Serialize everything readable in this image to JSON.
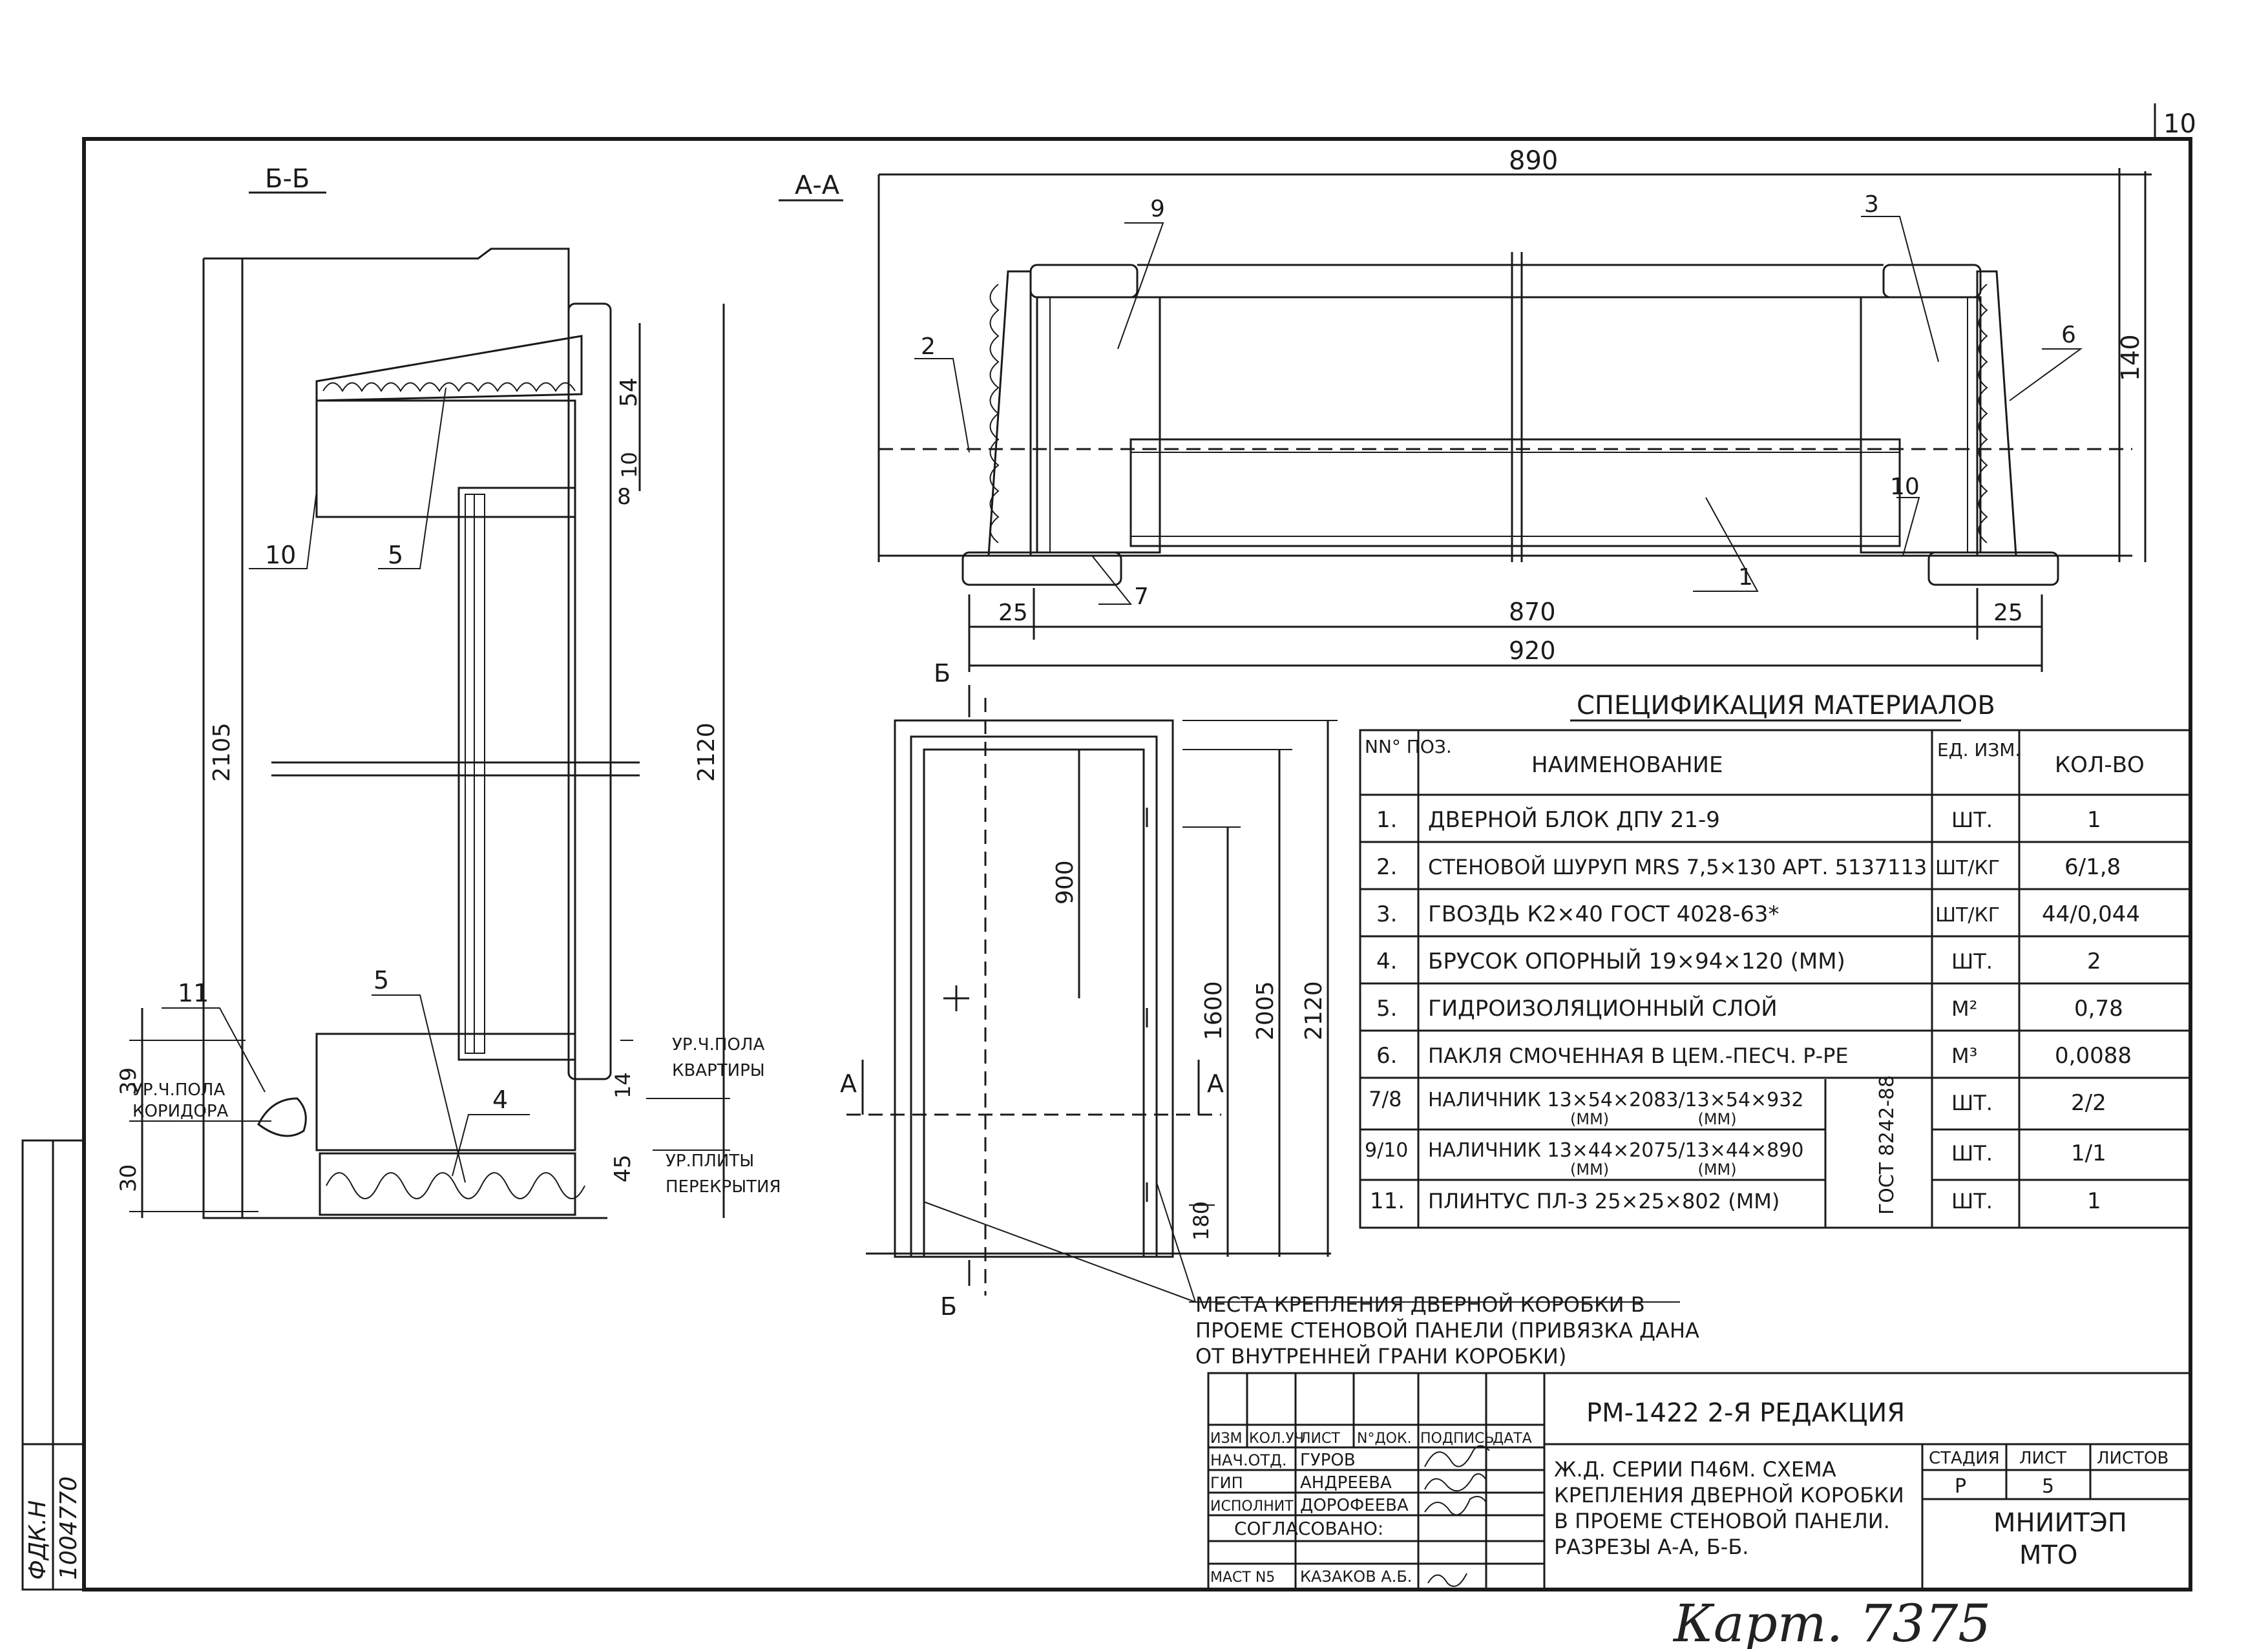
{
  "sheet_corner_number": "10",
  "left_stamp": [
    "ФДК.Н",
    "1004770"
  ],
  "handwritten_note": "Карт. 7375",
  "section_bb": {
    "label": "Б-Б",
    "callouts": [
      "10",
      "5",
      "11",
      "5",
      "4",
      "8"
    ],
    "dims": [
      "54",
      "10",
      "2105",
      "2120",
      "39",
      "30",
      "14",
      "45"
    ],
    "levels": [
      "УР.Ч.ПОЛА",
      "КОРИДОРА",
      "УР.Ч.ПОЛА",
      "КВАРТИРЫ",
      "УР.ПЛИТЫ",
      "ПЕРЕКРЫТИЯ"
    ]
  },
  "section_aa": {
    "label": "А-А",
    "dims": [
      "890",
      "140",
      "25",
      "870",
      "25",
      "920"
    ],
    "callouts": [
      "9",
      "2",
      "7",
      "3",
      "6",
      "10",
      "1"
    ]
  },
  "elevation": {
    "cut_labels": [
      "Б",
      "Б",
      "А",
      "А"
    ],
    "dims": [
      "900",
      "1600",
      "2005",
      "2120",
      "180"
    ]
  },
  "fastening_note": [
    "МЕСТА КРЕПЛЕНИЯ ДВЕРНОЙ КОРОБКИ В",
    "ПРОЕМЕ СТЕНОВОЙ ПАНЕЛИ (ПРИВЯЗКА ДАНА",
    "ОТ ВНУТРЕННЕЙ ГРАНИ КОРОБКИ)"
  ],
  "spec": {
    "title": "СПЕЦИФИКАЦИЯ МАТЕРИАЛОВ",
    "headers": [
      "NN° ПОЗ.",
      "НАИМЕНОВАНИЕ",
      "ЕД. ИЗМ.",
      "КОЛ-ВО"
    ],
    "rows": [
      {
        "pos": "1.",
        "name": "ДВЕРНОЙ БЛОК ДПУ 21-9",
        "unit": "ШТ.",
        "qty": "1"
      },
      {
        "pos": "2.",
        "name": "СТЕНОВОЙ ШУРУП MRS 7,5×130 АРТ. 5137113",
        "unit": "ШТ/КГ",
        "qty": "6/1,8"
      },
      {
        "pos": "3.",
        "name": "ГВОЗДЬ К2×40 ГОСТ 4028-63*",
        "unit": "ШТ/КГ",
        "qty": "44/0,044"
      },
      {
        "pos": "4.",
        "name": "БРУСОК ОПОРНЫЙ 19×94×120 (ММ)",
        "unit": "ШТ.",
        "qty": "2"
      },
      {
        "pos": "5.",
        "name": "ГИДРОИЗОЛЯЦИОННЫЙ СЛОЙ",
        "unit": "М²",
        "qty": "0,78"
      },
      {
        "pos": "6.",
        "name": "ПАКЛЯ СМОЧЕННАЯ В ЦЕМ.-ПЕСЧ. Р-РЕ",
        "unit": "М³",
        "qty": "0,0088"
      },
      {
        "pos": "7/8",
        "name": "НАЛИЧНИК 13×54×2083/13×54×932",
        "name2": "(ММ)                  (ММ)",
        "unit": "ШТ.",
        "qty": "2/2"
      },
      {
        "pos": "9/10",
        "name": "НАЛИЧНИК 13×44×2075/13×44×890",
        "name2": "(ММ)                  (ММ)",
        "unit": "ШТ.",
        "qty": "1/1"
      },
      {
        "pos": "11.",
        "name": "ПЛИНТУС ПЛ-3 25×25×802 (ММ)",
        "unit": "ШТ.",
        "qty": "1"
      }
    ],
    "gost": "ГОСТ 8242-88"
  },
  "title_block": {
    "code": "РМ-1422 2-Я РЕДАКЦИЯ",
    "header_cols": [
      "ИЗМ",
      "КОЛ.УЧ",
      "ЛИСТ",
      "N°ДОК.",
      "ПОДПИСЬ",
      "ДАТА"
    ],
    "roles": [
      {
        "role": "НАЧ.ОТД.",
        "name": "ГУРОВ"
      },
      {
        "role": "ГИП",
        "name": "АНДРЕЕВА"
      },
      {
        "role": "ИСПОЛНИТ.",
        "name": "ДОРОФЕЕВА"
      }
    ],
    "agreed": "СОГЛАСОВАНО:",
    "master": {
      "role": "МАСТ N5",
      "name": "КАЗАКОВ А.Б."
    },
    "description": [
      "Ж.Д. СЕРИИ П46М. СХЕМА",
      "КРЕПЛЕНИЯ ДВЕРНОЙ КОРОБКИ",
      "В ПРОЕМЕ СТЕНОВОЙ ПАНЕЛИ.",
      "РАЗРЕЗЫ А-А, Б-Б."
    ],
    "stage_label": "СТАДИЯ",
    "stage": "Р",
    "sheet_label": "ЛИСТ",
    "sheet": "5",
    "sheets_label": "ЛИСТОВ",
    "sheets": "",
    "org": [
      "МНИИТЭП",
      "МТО"
    ]
  }
}
